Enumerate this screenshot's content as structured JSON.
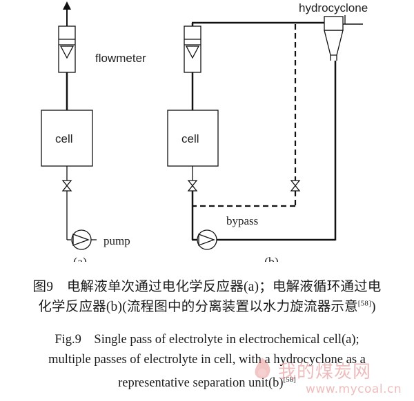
{
  "diagram": {
    "a": {
      "flowmeter_label": "flowmeter",
      "cell_label": "cell",
      "pump_label": "pump",
      "panel_label": "(a)"
    },
    "b": {
      "hydrocyclone_label": "hydrocyclone",
      "cell_label": "cell",
      "bypass_label": "bypass",
      "panel_label": "(b)"
    }
  },
  "caption": {
    "cn_line1": "图9　电解液单次通过电化学反应器(a)；电解液循环通过电",
    "cn_line2": "化学反应器(b)(流程图中的分离装置以水力旋流器示意",
    "cn_ref": "[58]",
    "cn_close": ")",
    "en_line1": "Fig.9　Single pass of electrolyte in electrochemical cell(a);",
    "en_line2": "multiple passes of electrolyte in cell, with a hydrocyclone as a",
    "en_line3": "representative separation unit(b)",
    "en_ref": "[58]"
  },
  "watermark": {
    "text_cn": "我的煤炭网",
    "url": "www.mycoal.cn"
  }
}
